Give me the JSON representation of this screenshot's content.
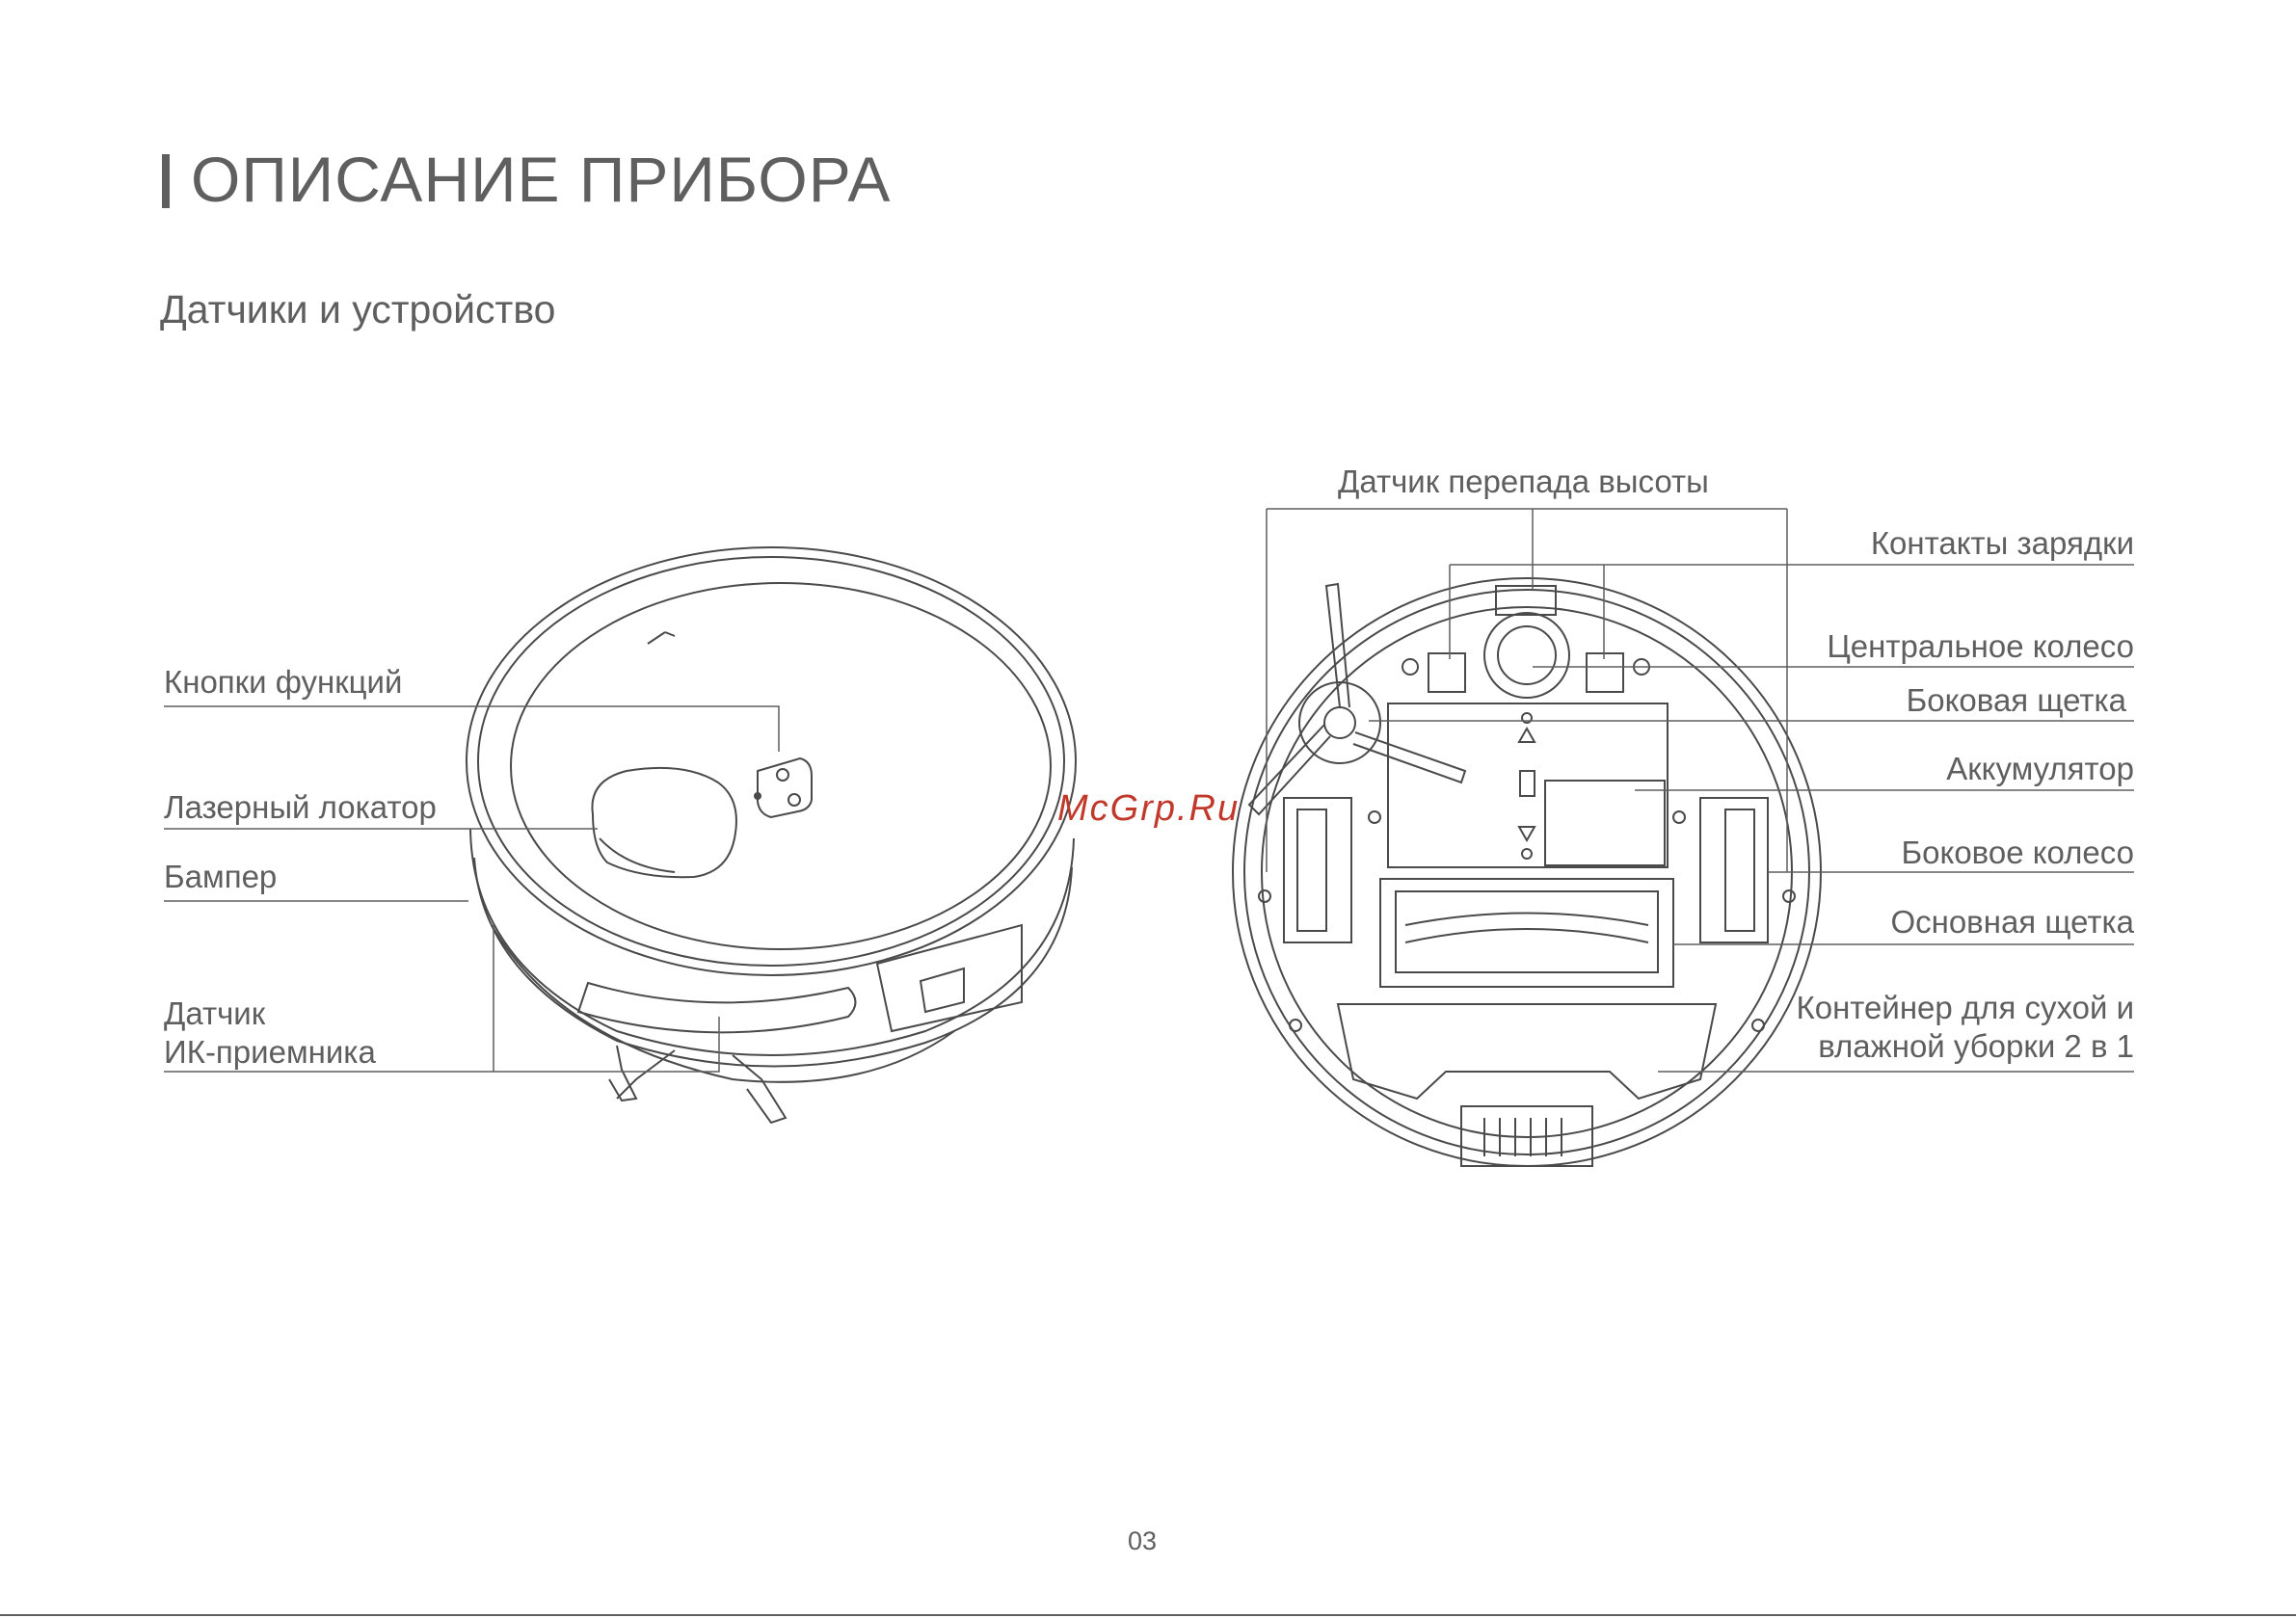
{
  "page": {
    "title": "ОПИСАНИЕ ПРИБОРА",
    "subtitle": "Датчики и устройство",
    "page_number": "03",
    "watermark": "McGrp.Ru"
  },
  "labels_left": {
    "function_buttons": "Кнопки функций",
    "laser_locator": "Лазерный локатор",
    "bumper": "Бампер",
    "ir_sensor_line1": "Датчик",
    "ir_sensor_line2": "ИК-приемника"
  },
  "labels_right": {
    "cliff_sensor": "Датчик перепада высоты",
    "charging_contacts": "Контакты зарядки",
    "center_wheel": "Центральное колесо",
    "side_brush": "Боковая щетка",
    "battery": "Аккумулятор",
    "side_wheel": "Боковое колесо",
    "main_brush": "Основная щетка",
    "container_line1": "Контейнер для сухой и",
    "container_line2": "влажной уборки 2 в 1"
  },
  "colors": {
    "text": "#5f5f5f",
    "line": "#4a4a4a",
    "watermark": "#c0392b"
  }
}
